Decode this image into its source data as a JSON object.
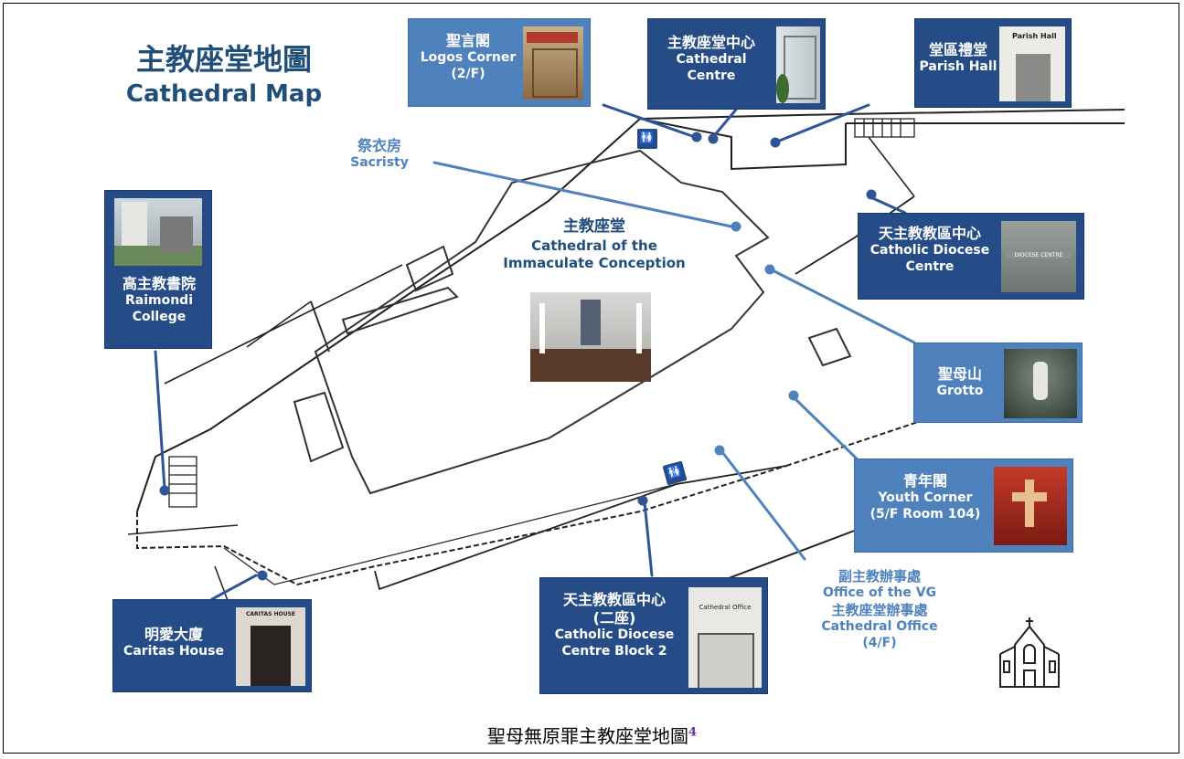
{
  "title": {
    "zh": "主教座堂地圖",
    "en": "Cathedral Map"
  },
  "caption": {
    "text": "聖母無原罪主教座堂地圖",
    "footnote": "4"
  },
  "places": {
    "logos": {
      "zh": "聖言閣",
      "en1": "Logos Corner",
      "en2": "(2/F)"
    },
    "centre": {
      "zh": "主教座堂中心",
      "en1": "Cathedral",
      "en2": "Centre"
    },
    "parish": {
      "zh": "堂區禮堂",
      "en1": "Parish Hall"
    },
    "sacristy": {
      "zh": "祭衣房",
      "en1": "Sacristy"
    },
    "cathedral": {
      "zh": "主教座堂",
      "en1": "Cathedral of the",
      "en2": "Immaculate Conception"
    },
    "diocese": {
      "zh": "天主教教區中心",
      "en1": "Catholic Diocese",
      "en2": "Centre"
    },
    "raimondi": {
      "zh": "高主教書院",
      "en1": "Raimondi",
      "en2": "College"
    },
    "grotto": {
      "zh": "聖母山",
      "en1": "Grotto"
    },
    "youth": {
      "zh": "青年閣",
      "en1": "Youth Corner",
      "en2": "(5/F Room 104)"
    },
    "office": {
      "zh1": "副主教辦事處",
      "en1": "Office of the VG",
      "zh2": "主教座堂辦事處",
      "en2": "Cathedral Office",
      "en3": "(4/F)"
    },
    "block2": {
      "zh1": "天主教教區中心",
      "zh2": "(二座)",
      "en1": "Catholic Diocese",
      "en2": "Centre Block 2"
    },
    "caritas": {
      "zh": "明愛大廈",
      "en1": "Caritas House"
    }
  },
  "photo_signs": {
    "parish_sign": "Parish Hall",
    "diocese_sign": "DIOCESE CENTRE",
    "caritas_sign": "CARITAS HOUSE",
    "block2_sign": "Cathedral Office"
  },
  "icons": {
    "toilet_1": "restroom-icon",
    "toilet_2": "restroom-icon",
    "church": "church-icon"
  },
  "colors": {
    "dark_box": "#264c87",
    "light_box": "#4f81bd",
    "title": "#1f4e79",
    "leader": "#2f5597"
  }
}
